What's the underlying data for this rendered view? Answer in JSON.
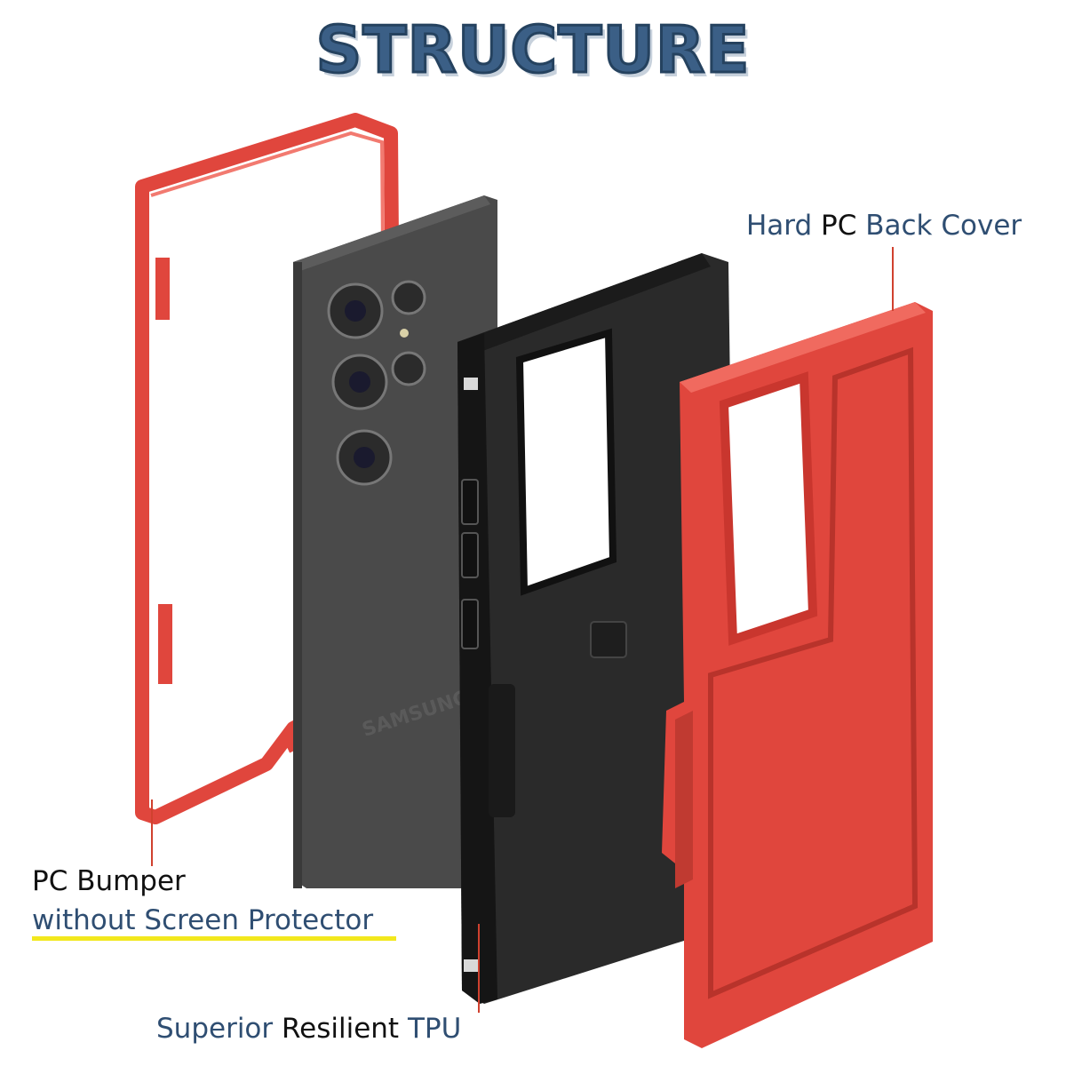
{
  "title": "STRUCTURE",
  "labels": {
    "back_cover": {
      "part1": "Hard ",
      "part2": "PC",
      "part3": " Back Cover"
    },
    "bumper": {
      "line1_part1": "PC",
      "line1_part2": " Bumper",
      "line2": "without Screen Protector"
    },
    "tpu": {
      "part1": "Superior ",
      "part2": "Resilient",
      "part3": " TPU"
    }
  },
  "phone_brand": "SAMSUNG",
  "colors": {
    "title": "#3b5f86",
    "label_dark": "#111111",
    "label_blue": "#2f4e72",
    "red_part": "#e0463d",
    "black_part": "#2a2a2a",
    "phone": "#4a4a4a",
    "highlight": "#f2e81d"
  }
}
